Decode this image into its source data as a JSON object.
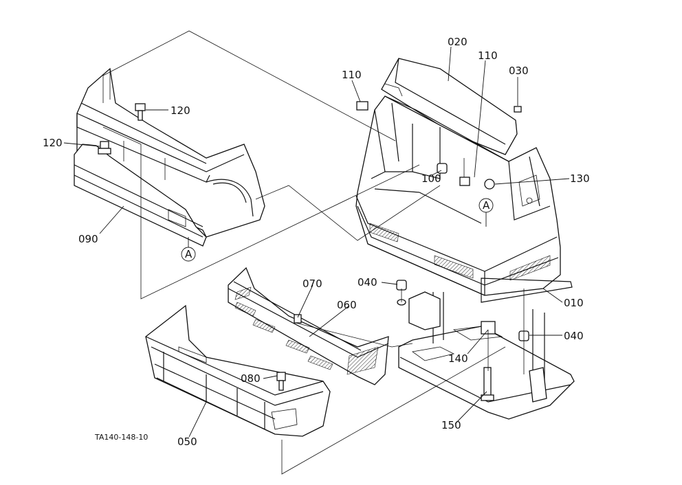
{
  "drawing_code": "TA140-148-10",
  "callouts": [
    {
      "id": "part-020",
      "text": "020"
    },
    {
      "id": "part-110-left",
      "text": "110"
    },
    {
      "id": "part-110-right",
      "text": "110"
    },
    {
      "id": "part-030",
      "text": "030"
    },
    {
      "id": "part-120-top",
      "text": "120"
    },
    {
      "id": "part-120-left",
      "text": "120"
    },
    {
      "id": "part-100",
      "text": "100"
    },
    {
      "id": "part-130",
      "text": "130"
    },
    {
      "id": "part-090",
      "text": "090"
    },
    {
      "id": "ref-a-left",
      "text": "A"
    },
    {
      "id": "ref-a-right",
      "text": "A"
    },
    {
      "id": "part-070",
      "text": "070"
    },
    {
      "id": "part-060",
      "text": "060"
    },
    {
      "id": "part-040-left",
      "text": "040"
    },
    {
      "id": "part-010",
      "text": "010"
    },
    {
      "id": "part-040-right",
      "text": "040"
    },
    {
      "id": "part-080",
      "text": "080"
    },
    {
      "id": "part-140",
      "text": "140"
    },
    {
      "id": "part-050",
      "text": "050"
    },
    {
      "id": "part-150",
      "text": "150"
    }
  ]
}
